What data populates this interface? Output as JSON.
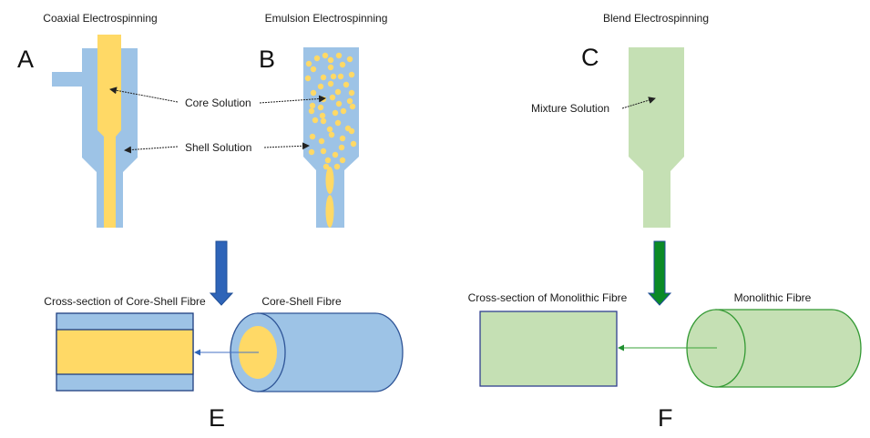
{
  "colors": {
    "shell_blue": "#9dc3e6",
    "shell_stroke": "#2f5597",
    "core_yellow": "#ffd966",
    "blend_green": "#c5e0b4",
    "green_stroke": "#339933",
    "arrow_blue": "#2e64b8",
    "arrow_green": "#0a8a26",
    "pointer_black": "#222222"
  },
  "panels": {
    "A": {
      "letter": "A",
      "title": "Coaxial Electrospinning",
      "core_label": "Core Solution",
      "shell_label": "Shell Solution"
    },
    "B": {
      "letter": "B",
      "title": "Emulsion Electrospinning"
    },
    "C": {
      "letter": "C",
      "title": "Blend Electrospinning",
      "mixture_label": "Mixture Solution"
    },
    "E": {
      "letter": "E",
      "cross_section_title": "Cross-section of Core-Shell Fibre",
      "fibre_title": "Core-Shell Fibre"
    },
    "F": {
      "letter": "F",
      "cross_section_title": "Cross-section of Monolithic Fibre",
      "fibre_title": "Monolithic Fibre"
    }
  }
}
